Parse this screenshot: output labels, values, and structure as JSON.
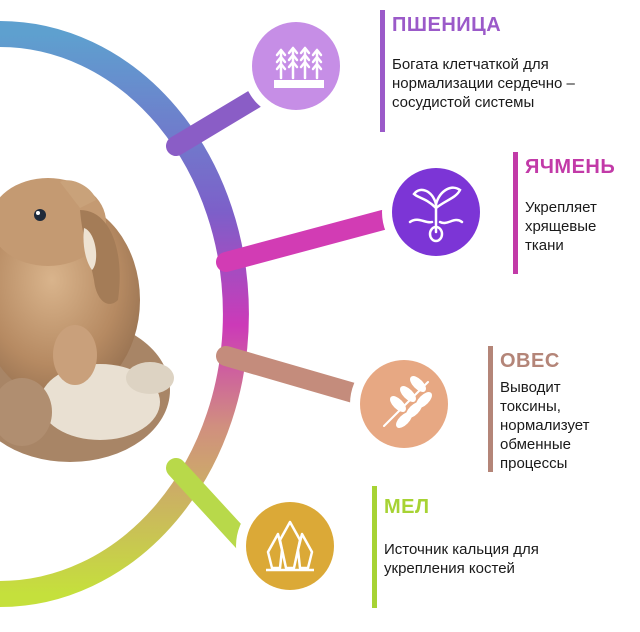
{
  "items": [
    {
      "title": "ПШЕНИЦА",
      "lines": [
        "Богата клетчаткой для",
        "нормализации сердечно –",
        "сосудистой системы"
      ],
      "color": "#9b5ac9",
      "icon": "wheat-icon"
    },
    {
      "title": "ЯЧМЕНЬ",
      "lines": [
        "Укрепляет",
        "хрящевые",
        "ткани"
      ],
      "color": "#c23aa8",
      "icon": "sprout-icon"
    },
    {
      "title": "ОВЕС",
      "lines": [
        "Выводит",
        "токсины,",
        "нормализует",
        "обменные",
        "процессы"
      ],
      "color": "#b48578",
      "icon": "leaf-branch-icon"
    },
    {
      "title": "МЕЛ",
      "lines": [
        "Источник кальция для",
        "укрепления костей"
      ],
      "color": "#a7d334",
      "icon": "crystal-icon"
    }
  ],
  "colors": {
    "wheat_disc": "#c68ee6",
    "barley_disc": "#7c35d6",
    "oats_disc": "#e7a883",
    "chalk_disc": "#dba937",
    "ring_top": "#5ea0cf",
    "ring_mid": "#cc3ab8",
    "ring_bottom": "#c5e03c"
  }
}
